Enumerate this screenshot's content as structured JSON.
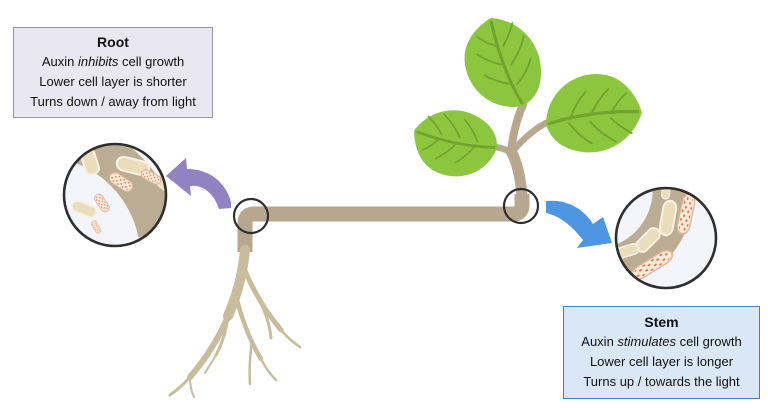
{
  "diagram": {
    "root_box": {
      "title": "Root",
      "line1_prefix": "Auxin ",
      "line1_italic": "inhibits",
      "line1_suffix": " cell growth",
      "line2": "Lower cell layer is shorter",
      "line3": "Turns down / away from light"
    },
    "stem_box": {
      "title": "Stem",
      "line1_prefix": "Auxin ",
      "line1_italic": "stimulates",
      "line1_suffix": " cell growth",
      "line2": "Lower cell layer is longer",
      "line3": "Turns up / towards the light"
    },
    "icons": {
      "purple_arrow": "curved-arrow-pointing-to-root-cells",
      "blue_arrow": "curved-arrow-pointing-to-stem-cells",
      "root_bend_marker": "circle-marker-on-root-bend",
      "stem_bend_marker": "circle-marker-on-stem-bend"
    },
    "colors": {
      "leaf": "#8CC63E",
      "leaf_vein": "#6FA52F",
      "stem": "#B7A78E",
      "root": "#C9BC9D",
      "band": "#BBAD93",
      "plain_cell": "#E9DDBC",
      "plain_cell_border": "#F6F1E0",
      "dotted_cell": "#F8E9D8",
      "dotted_cell_border": "#E2B29B",
      "dot": "#D9744F",
      "purple_arrow": "#9182C4",
      "blue_arrow": "#4E96E2",
      "circle_fill": "#F3F5FA",
      "circle_stroke": "#2E2E2E",
      "root_box_bg": "#E9E7F1",
      "root_box_border": "#97959F",
      "stem_box_bg": "#D9E7F7",
      "stem_box_border": "#4C7EB5"
    }
  }
}
